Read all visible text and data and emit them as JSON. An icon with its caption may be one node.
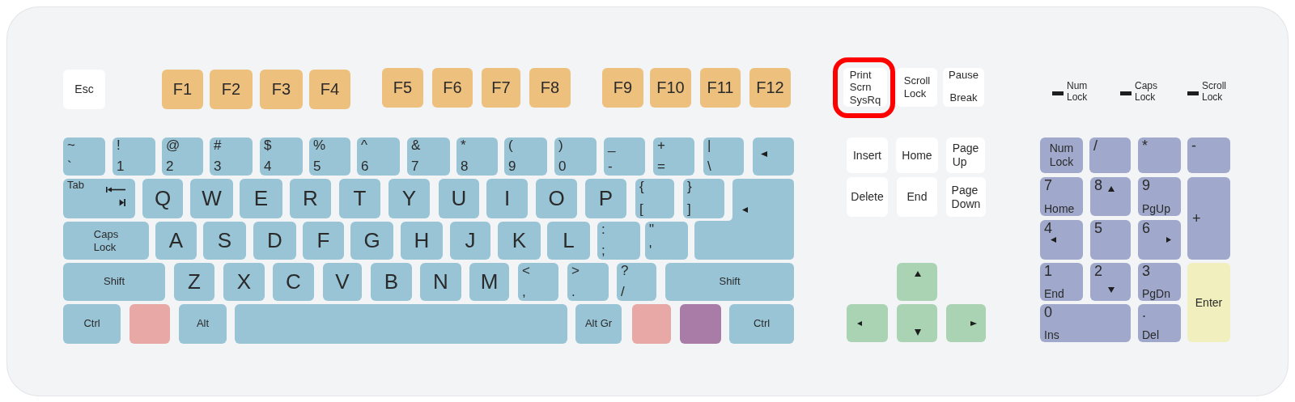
{
  "diagram": {
    "nodes": [
      {
        "text": [],
        "shape": "box"
      },
      {
        "text": [
          "Esc"
        ],
        "in": 0
      },
      {
        "text": [
          "F1"
        ],
        "in": 0
      },
      {
        "text": [
          "F2"
        ],
        "in": 0
      },
      {
        "text": [
          "F3"
        ],
        "in": 0
      },
      {
        "text": [
          "F4"
        ],
        "in": 0
      },
      {
        "text": [
          "F5"
        ],
        "in": 0
      },
      {
        "text": [
          "F6"
        ],
        "in": 0
      },
      {
        "text": [
          "F7"
        ],
        "in": 0
      },
      {
        "text": [
          "F8"
        ],
        "in": 0
      },
      {
        "text": [
          "F9"
        ],
        "in": 0
      },
      {
        "text": [
          "F10"
        ],
        "in": 0
      },
      {
        "text": [
          "F11"
        ],
        "in": 0
      },
      {
        "text": [
          "F12"
        ],
        "in": 0
      },
      {
        "text": [],
        "shape": "box",
        "in": 0
      },
      {
        "text": [
          "Print Scrn SysRq"
        ],
        "in": 14
      },
      {
        "text": [
          "Scroll Lock"
        ],
        "in": 0
      },
      {
        "text": [
          "Pause",
          "Break"
        ],
        "in": 0
      },
      {
        "text": [
          "~",
          "`"
        ],
        "in": 0
      },
      {
        "text": [
          "!",
          "1"
        ],
        "in": 0
      },
      {
        "text": [
          "@",
          "2"
        ],
        "in": 0
      },
      {
        "text": [
          "#",
          "3"
        ],
        "in": 0
      },
      {
        "text": [
          "$",
          "4"
        ],
        "in": 0
      },
      {
        "text": [
          "%",
          "5"
        ],
        "in": 0
      },
      {
        "text": [
          "^",
          "6"
        ],
        "in": 0
      },
      {
        "text": [
          "&",
          "7"
        ],
        "in": 0
      },
      {
        "text": [
          "*",
          "8"
        ],
        "in": 0
      },
      {
        "text": [
          "(",
          "9"
        ],
        "in": 0
      },
      {
        "text": [
          ")",
          "0"
        ],
        "in": 0
      },
      {
        "text": [
          "_",
          "-"
        ],
        "in": 0
      },
      {
        "text": [
          "+",
          "="
        ],
        "in": 0
      },
      {
        "text": [
          "|",
          "\\"
        ],
        "in": 0
      },
      {
        "text": [],
        "shape": "box",
        "in": 0
      },
      {
        "text": [
          "Insert"
        ],
        "in": 0
      },
      {
        "text": [
          "Home"
        ],
        "in": 0
      },
      {
        "text": [
          "Page Up"
        ],
        "in": 0
      },
      {
        "text": [
          "Num Lock"
        ],
        "in": 0
      },
      {
        "text": [
          "/"
        ],
        "in": 0
      },
      {
        "text": [
          "*"
        ],
        "in": 0
      },
      {
        "text": [
          "-"
        ],
        "in": 0
      },
      {
        "text": [
          "Tab"
        ],
        "in": 0
      },
      {
        "text": [
          "Q"
        ],
        "in": 0
      },
      {
        "text": [
          "W"
        ],
        "in": 0
      },
      {
        "text": [
          "E"
        ],
        "in": 0
      },
      {
        "text": [
          "R"
        ],
        "in": 0
      },
      {
        "text": [
          "T"
        ],
        "in": 0
      },
      {
        "text": [
          "Y"
        ],
        "in": 0
      },
      {
        "text": [
          "U"
        ],
        "in": 0
      },
      {
        "text": [
          "I"
        ],
        "in": 0
      },
      {
        "text": [
          "O"
        ],
        "in": 0
      },
      {
        "text": [
          "P"
        ],
        "in": 0
      },
      {
        "text": [
          "{",
          "["
        ],
        "in": 0
      },
      {
        "text": [
          "}",
          "]"
        ],
        "in": 0
      },
      {
        "text": [],
        "shape": "box",
        "in": 0
      },
      {
        "text": [
          "Delete"
        ],
        "in": 0
      },
      {
        "text": [
          "End"
        ],
        "in": 0
      },
      {
        "text": [
          "Page Down"
        ],
        "in": 0
      },
      {
        "text": [
          "7",
          "Home"
        ],
        "in": 0
      },
      {
        "text": [
          "8"
        ],
        "in": 0
      },
      {
        "text": [
          "9",
          "PgUp"
        ],
        "in": 0
      },
      {
        "text": [
          "+"
        ],
        "in": 0
      },
      {
        "text": [
          "Caps Lock"
        ],
        "in": 0
      },
      {
        "text": [
          "A"
        ],
        "in": 0
      },
      {
        "text": [
          "S"
        ],
        "in": 0
      },
      {
        "text": [
          "D"
        ],
        "in": 0
      },
      {
        "text": [
          "F"
        ],
        "in": 0
      },
      {
        "text": [
          "G"
        ],
        "in": 0
      },
      {
        "text": [
          "H"
        ],
        "in": 0
      },
      {
        "text": [
          "J"
        ],
        "in": 0
      },
      {
        "text": [
          "K"
        ],
        "in": 0
      },
      {
        "text": [
          "L"
        ],
        "in": 0
      },
      {
        "text": [
          ":",
          ";"
        ],
        "in": 0
      },
      {
        "text": [
          "\"",
          "'"
        ],
        "in": 0
      },
      {
        "text": [
          "4"
        ],
        "in": 0
      },
      {
        "text": [
          "5"
        ],
        "in": 0
      },
      {
        "text": [
          "6"
        ],
        "in": 0
      },
      {
        "text": [
          "Shift"
        ],
        "in": 0
      },
      {
        "text": [
          "Z"
        ],
        "in": 0
      },
      {
        "text": [
          "X"
        ],
        "in": 0
      },
      {
        "text": [
          "C"
        ],
        "in": 0
      },
      {
        "text": [
          "V"
        ],
        "in": 0
      },
      {
        "text": [
          "B"
        ],
        "in": 0
      },
      {
        "text": [
          "N"
        ],
        "in": 0
      },
      {
        "text": [
          "M"
        ],
        "in": 0
      },
      {
        "text": [
          "<",
          ","
        ],
        "in": 0
      },
      {
        "text": [
          ">",
          "."
        ],
        "in": 0
      },
      {
        "text": [
          "?",
          "/"
        ],
        "in": 0
      },
      {
        "text": [
          "Shift"
        ],
        "in": 0
      },
      {
        "text": [],
        "shape": "box",
        "in": 0
      },
      {
        "text": [
          "1",
          "End"
        ],
        "in": 0
      },
      {
        "text": [
          "2"
        ],
        "in": 0
      },
      {
        "text": [
          "3",
          "PgDn"
        ],
        "in": 0
      },
      {
        "text": [
          "Enter"
        ],
        "in": 0
      },
      {
        "text": [
          "Ctrl"
        ],
        "in": 0
      },
      {
        "text": [],
        "shape": "box",
        "in": 0
      },
      {
        "text": [
          "Alt"
        ],
        "in": 0
      },
      {
        "text": [],
        "shape": "box",
        "in": 0
      },
      {
        "text": [
          "Alt Gr"
        ],
        "in": 0
      },
      {
        "text": [],
        "shape": "box",
        "in": 0
      },
      {
        "text": [],
        "shape": "box",
        "in": 0
      },
      {
        "text": [
          "Ctrl"
        ],
        "in": 0
      },
      {
        "text": [],
        "shape": "box",
        "in": 0
      },
      {
        "text": [],
        "shape": "box",
        "in": 0
      },
      {
        "text": [],
        "shape": "box",
        "in": 0
      },
      {
        "text": [
          "0",
          "Ins"
        ],
        "in": 0
      },
      {
        "text": [
          ".",
          "Del"
        ],
        "in": 0
      }
    ],
    "labels": [
      "Num Lock",
      "Caps Lock",
      "Scroll Lock"
    ]
  }
}
